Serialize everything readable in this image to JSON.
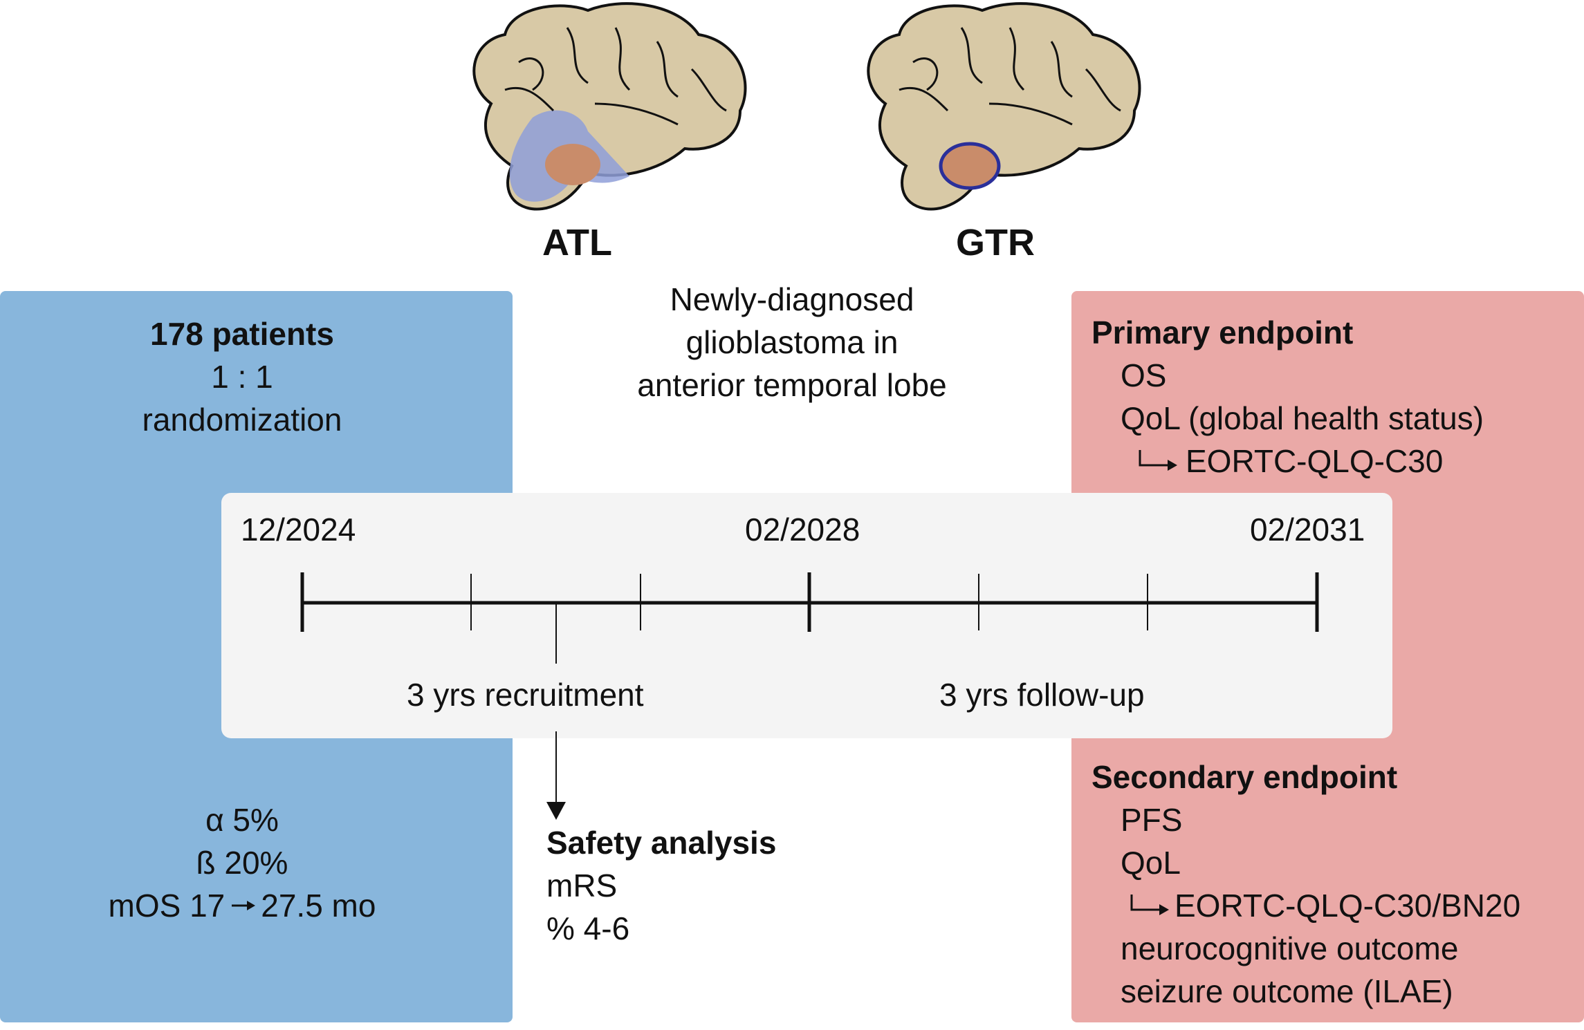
{
  "brains": [
    {
      "label": "ATL"
    },
    {
      "label": "GTR"
    }
  ],
  "population": [
    "Newly-diagnosed",
    "glioblastoma in",
    "anterior temporal lobe"
  ],
  "design": {
    "patients": "178 patients",
    "ratio": "1 : 1",
    "randomization": "randomization",
    "alpha": "α 5%",
    "beta": "ß 20%",
    "mos_from": "mOS 17",
    "mos_to": "27.5 mo"
  },
  "timeline": {
    "dates": [
      "12/2024",
      "02/2028",
      "02/2031"
    ],
    "recruitment": "3 yrs recruitment",
    "followup": "3 yrs follow-up"
  },
  "safety": {
    "title": "Safety analysis",
    "items": [
      "mRS",
      "% 4-6"
    ]
  },
  "primary": {
    "title": "Primary endpoint",
    "os": "OS",
    "qol": "QoL (global health status)",
    "instrument": "EORTC-QLQ-C30"
  },
  "secondary": {
    "title": "Secondary endpoint",
    "pfs": "PFS",
    "qol": "QoL",
    "instrument": "EORTC-QLQ-C30/BN20",
    "neuro": "neurocognitive outcome",
    "seizure": "seizure outcome (ILAE)"
  },
  "colors": {
    "design_panel": "#88b6dc",
    "endpoint_panel": "#eaa9a7",
    "timeline_box": "#f4f4f4",
    "brain": "#d8c9a6",
    "resection": "#8f9fd8",
    "tumor": "#c98c6a"
  }
}
